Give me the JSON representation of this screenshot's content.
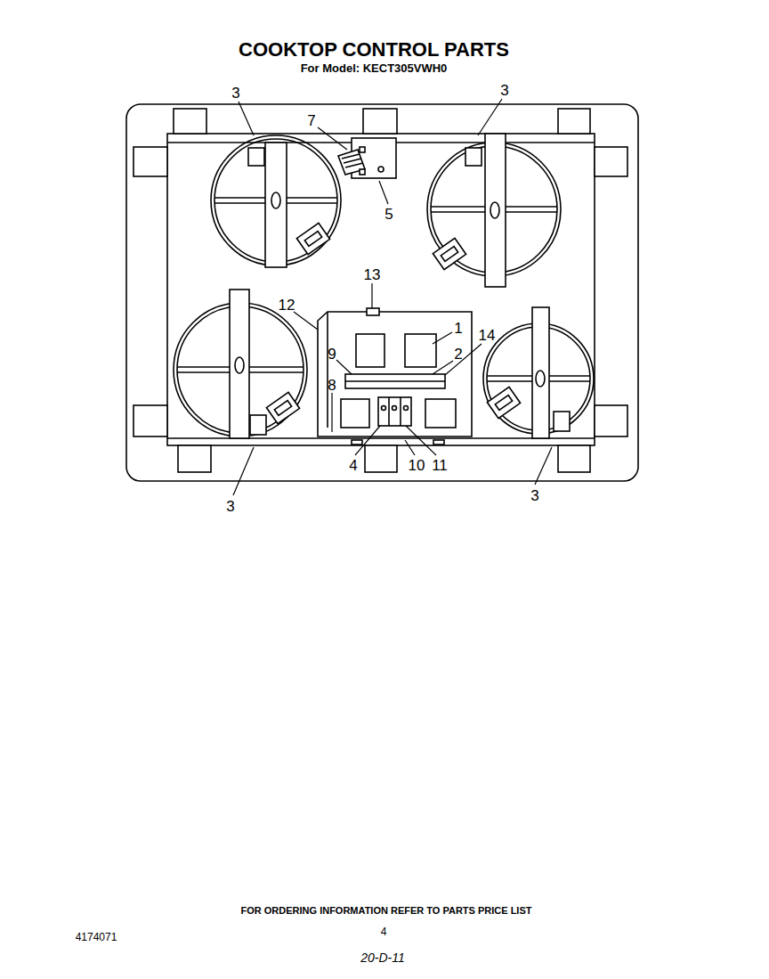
{
  "diagram": {
    "title": "COOKTOP CONTROL PARTS",
    "labels": [
      "For Model: KECT305VWH0",
      "3",
      "3",
      "7",
      "5",
      "13",
      "12",
      "1",
      "14",
      "9",
      "2",
      "8",
      "4",
      "10",
      "11",
      "3",
      "3",
      "FOR ORDERING INFORMATION REFER TO PARTS PRICE LIST",
      "4174071",
      "4",
      "20-D-11"
    ]
  }
}
